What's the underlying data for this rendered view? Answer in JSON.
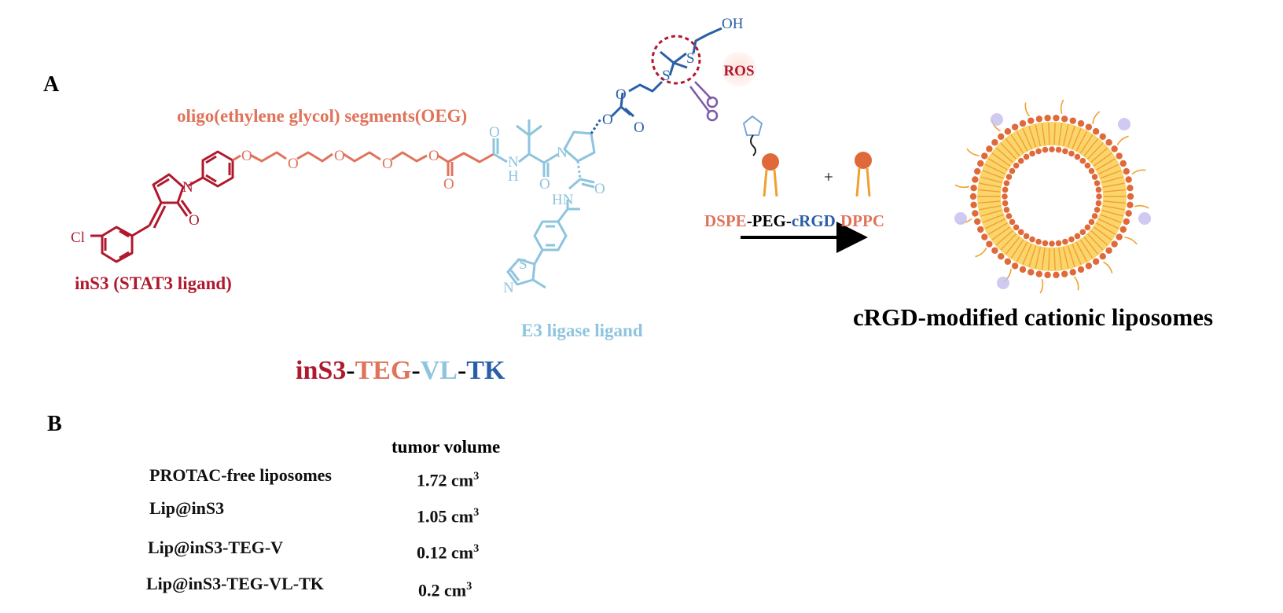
{
  "panel_a": {
    "letter": "A",
    "oeg_label": "oligo(ethylene glycol) segments(OEG)",
    "ins3_label": "inS3 (STAT3 ligand)",
    "e3_label": "E3 ligase ligand",
    "ros_label": "ROS",
    "dspe": "DSPE",
    "peg_dash": "-PEG-",
    "crgd": "cRGD",
    "plus": "+",
    "dppc": "DPPC",
    "liposome_label": "cRGD-modified cationic liposomes",
    "name_parts": [
      "inS3",
      "-",
      "TEG",
      "-",
      "VL",
      "-",
      "TK"
    ],
    "atoms": {
      "cl": "Cl",
      "n_ring": "N",
      "o_ring": "O",
      "o1": "O",
      "o2": "O",
      "o3": "O",
      "o4": "O",
      "o5": "O",
      "o_ester": "O",
      "o_amide": "O",
      "nh1": "N",
      "h1": "H",
      "o_val": "O",
      "n_pro": "N",
      "hn": "HN",
      "o_pro": "O",
      "o_carb1": "O",
      "o_carb2": "O",
      "o_carb3": "O",
      "s1": "S",
      "s2": "S",
      "oh": "OH",
      "thz_s": "S",
      "thz_n": "N"
    }
  },
  "panel_b": {
    "letter": "B",
    "header": "tumor volume",
    "rows": [
      {
        "name": "PROTAC-free liposomes",
        "value": "1.72 cm",
        "exp": "3"
      },
      {
        "name": "Lip@inS3",
        "value": "1.05 cm",
        "exp": "3"
      },
      {
        "name": "Lip@inS3-TEG-V",
        "value": "0.12 cm",
        "exp": "3"
      },
      {
        "name": "Lip@inS3-TEG-VL-TK",
        "value": "0.2 cm",
        "exp": "3"
      }
    ]
  },
  "colors": {
    "ins3": "#b0182d",
    "teg": "#e0735a",
    "vl": "#8ec4de",
    "tk": "#2a5fa8",
    "orange": "#f0a030",
    "lipid_head": "#e0693a"
  }
}
